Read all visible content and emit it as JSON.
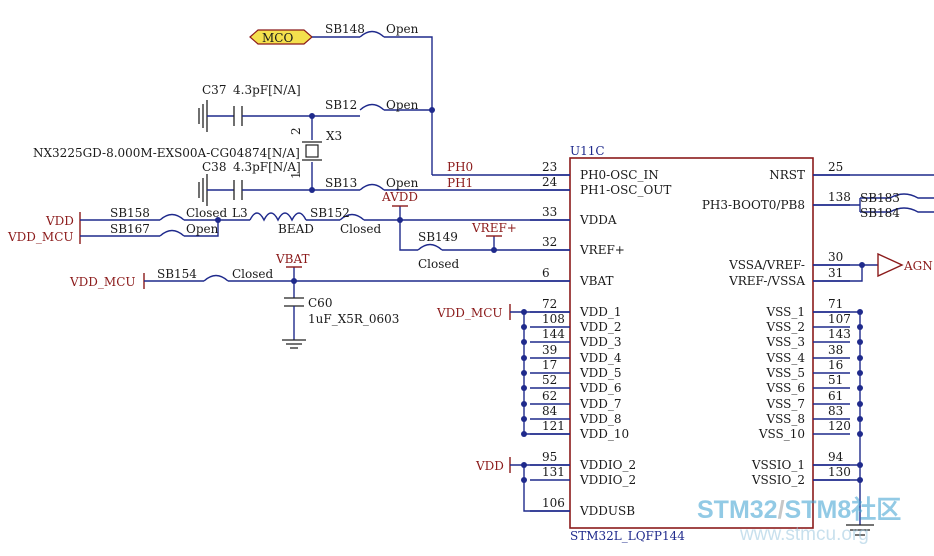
{
  "ic": {
    "ref": "U11C",
    "part": "STM32L_LQFP144",
    "pins_left": [
      {
        "num": "23",
        "name": "PH0-OSC_IN"
      },
      {
        "num": "24",
        "name": "PH1-OSC_OUT"
      },
      {
        "num": "33",
        "name": "VDDA"
      },
      {
        "num": "32",
        "name": "VREF+"
      },
      {
        "num": "6",
        "name": "VBAT"
      },
      {
        "num": "72",
        "name": "VDD_1"
      },
      {
        "num": "108",
        "name": "VDD_2"
      },
      {
        "num": "144",
        "name": "VDD_3"
      },
      {
        "num": "39",
        "name": "VDD_4"
      },
      {
        "num": "17",
        "name": "VDD_5"
      },
      {
        "num": "52",
        "name": "VDD_6"
      },
      {
        "num": "62",
        "name": "VDD_7"
      },
      {
        "num": "84",
        "name": "VDD_8"
      },
      {
        "num": "121",
        "name": "VDD_10"
      },
      {
        "num": "95",
        "name": "VDDIO_2"
      },
      {
        "num": "131",
        "name": "VDDIO_2"
      },
      {
        "num": "106",
        "name": "VDDUSB"
      }
    ],
    "pins_right": [
      {
        "num": "25",
        "name": "NRST"
      },
      {
        "num": "138",
        "name": "PH3-BOOT0/PB8"
      },
      {
        "num": "30",
        "name": "VSSA/VREF-"
      },
      {
        "num": "31",
        "name": "VREF-/VSSA"
      },
      {
        "num": "71",
        "name": "VSS_1"
      },
      {
        "num": "107",
        "name": "VSS_2"
      },
      {
        "num": "143",
        "name": "VSS_3"
      },
      {
        "num": "38",
        "name": "VSS_4"
      },
      {
        "num": "16",
        "name": "VSS_5"
      },
      {
        "num": "51",
        "name": "VSS_6"
      },
      {
        "num": "61",
        "name": "VSS_7"
      },
      {
        "num": "83",
        "name": "VSS_8"
      },
      {
        "num": "120",
        "name": "VSS_10"
      },
      {
        "num": "94",
        "name": "VSSIO_1"
      },
      {
        "num": "130",
        "name": "VSSIO_2"
      }
    ]
  },
  "nets": {
    "mco": "MCO",
    "ph0": "PH0",
    "ph1": "PH1",
    "avdd": "AVDD",
    "vref_plus": "VREF+",
    "vbat": "VBAT",
    "vdd": "VDD",
    "vdd_mcu": "VDD_MCU",
    "vdd_mcu_2": "VDD_MCU",
    "vdd_mcu_3": "VDD_MCU",
    "vdd_2": "VDD",
    "agnd": "AGN"
  },
  "parts": {
    "sb148": {
      "ref": "SB148",
      "state": "Open"
    },
    "sb12": {
      "ref": "SB12",
      "state": "Open"
    },
    "sb13": {
      "ref": "SB13",
      "state": "Open"
    },
    "sb158": {
      "ref": "SB158",
      "state": "Closed"
    },
    "sb167": {
      "ref": "SB167",
      "state": "Open"
    },
    "sb152": {
      "ref": "SB152",
      "state": "Closed"
    },
    "sb149": {
      "ref": "SB149",
      "state": "Closed"
    },
    "sb154": {
      "ref": "SB154",
      "state": "Closed"
    },
    "sb183": {
      "ref": "SB183"
    },
    "sb184": {
      "ref": "SB184"
    },
    "c37": {
      "ref": "C37",
      "value": "4.3pF[N/A]"
    },
    "c38": {
      "ref": "C38",
      "value": "4.3pF[N/A]"
    },
    "c60": {
      "ref": "C60",
      "value": "1uF_X5R_0603"
    },
    "x3": {
      "ref": "X3",
      "value": "NX3225GD-8.000M-EXS00A-CG04874[N/A]",
      "pin1": "1",
      "pin2": "2"
    },
    "l3": {
      "ref": "L3",
      "value": "BEAD"
    }
  },
  "watermark": {
    "brand_a": "STM32",
    "slash": "/",
    "brand_b": "STM8",
    "brand_cn": "社区",
    "url": "www.stmcu.org"
  }
}
